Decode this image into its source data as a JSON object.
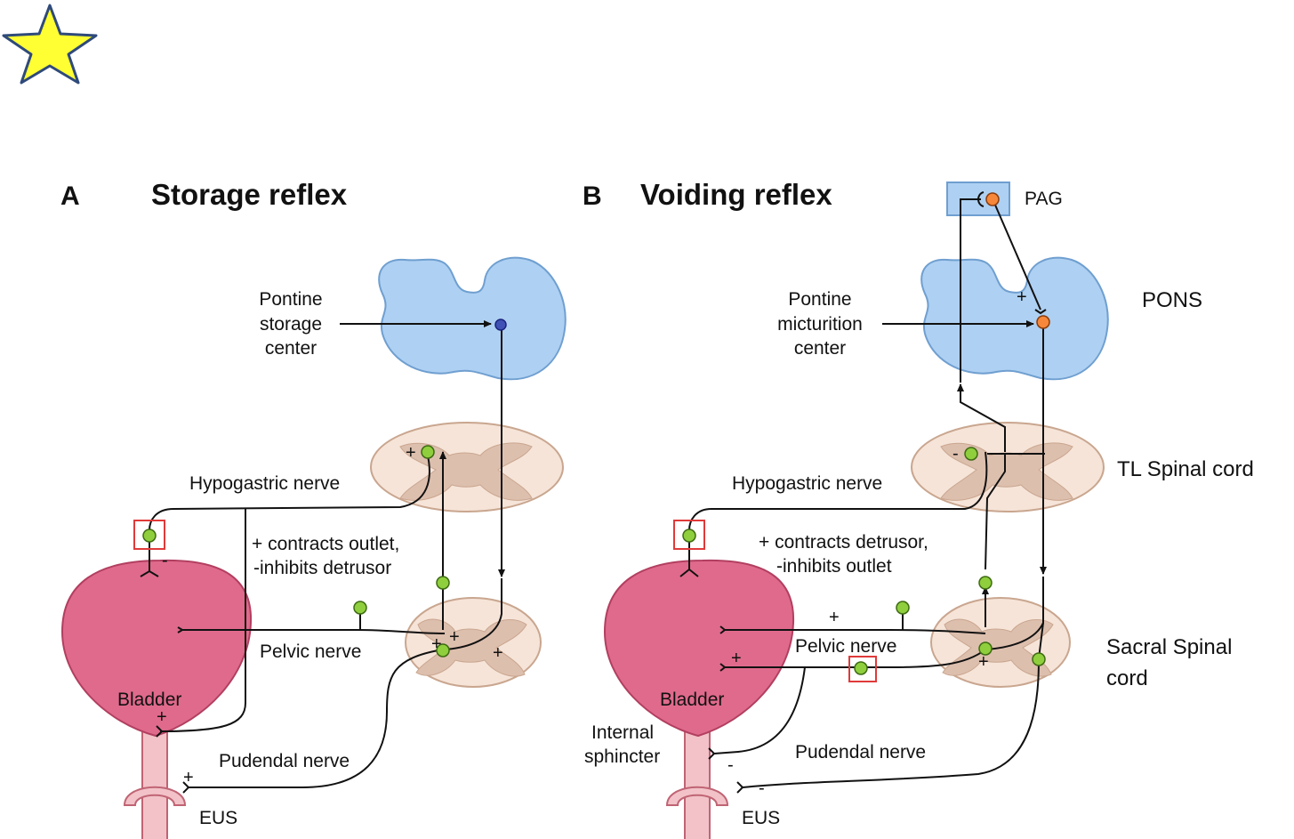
{
  "colors": {
    "star_fill": "#ffff33",
    "star_stroke": "#2f4a7a",
    "brain_fill": "#aed0f2",
    "brain_stroke": "#6f9fd0",
    "cord_fill": "#f6e4d8",
    "cord_stroke": "#c9a68f",
    "grey_matter": "#ddbfae",
    "bladder_fill": "#e06a8c",
    "bladder_stroke": "#b23f60",
    "neuron_green": "#8fce3d",
    "neuron_blue": "#3f51b5",
    "neuron_orange": "#f7873a",
    "highlight_box": "#e03a3a"
  },
  "icons": {
    "corner": "star-icon"
  },
  "panel_a": {
    "letter": "A",
    "title": "Storage reflex",
    "pontine_label": [
      "Pontine",
      "storage",
      "center"
    ],
    "hypogastric_label": "Hypogastric nerve",
    "effect_label": [
      "+ contracts outlet,",
      "-inhibits detrusor"
    ],
    "pelvic_label": "Pelvic nerve",
    "bladder_label": "Bladder",
    "pudendal_label": "Pudendal nerve",
    "eus_label": "EUS"
  },
  "panel_b": {
    "letter": "B",
    "title": "Voiding reflex",
    "pag_label": "PAG",
    "pontine_label": [
      "Pontine",
      "micturition",
      "center"
    ],
    "hypogastric_label": "Hypogastric nerve",
    "effect_label": [
      "+ contracts detrusor,",
      "-inhibits outlet"
    ],
    "pelvic_label": "Pelvic nerve",
    "bladder_label": "Bladder",
    "sphincter_label": [
      "Internal",
      "sphincter"
    ],
    "pudendal_label": "Pudendal nerve",
    "eus_label": "EUS"
  },
  "side_labels": {
    "pons": "PONS",
    "tl_cord": "TL Spinal cord",
    "sacral_cord": [
      "Sacral Spinal",
      "cord"
    ]
  },
  "signs": {
    "plus": "+",
    "minus": "-"
  }
}
